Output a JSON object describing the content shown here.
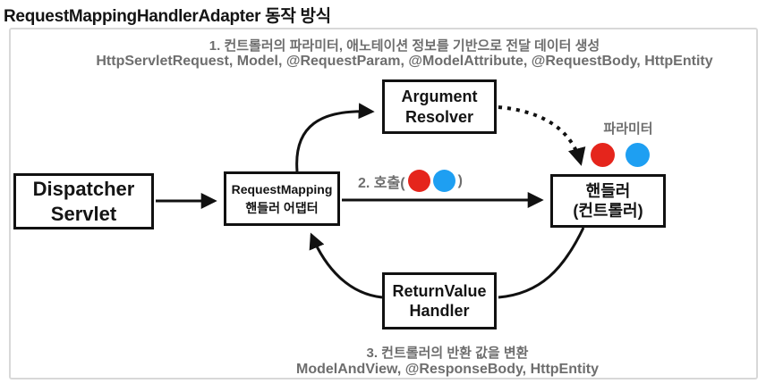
{
  "title": "RequestMappingHandlerAdapter 동작 방식",
  "colors": {
    "red_dot": "#e5251c",
    "blue_dot": "#1e9ff2",
    "gray_text": "#6e6e6e",
    "box_border": "#111111",
    "frame_border": "#d8d8d8"
  },
  "step1": {
    "line1": "1. 컨트롤러의 파라미터, 애노테이션 정보를 기반으로 전달 데이터 생성",
    "line2": "HttpServletRequest, Model, @RequestParam, @ModelAttribute, @RequestBody, HttpEntity"
  },
  "boxes": {
    "dispatcher": {
      "line1": "Dispatcher",
      "line2": "Servlet"
    },
    "adapter": {
      "line1": "RequestMapping",
      "line2": "핸들러 어댑터"
    },
    "argument_resolver": {
      "line1": "Argument",
      "line2": "Resolver"
    },
    "handler": {
      "line1": "핸들러",
      "line2": "(컨트롤러)"
    },
    "return_value_handler": {
      "line1": "ReturnValue",
      "line2": "Handler"
    }
  },
  "call_label": {
    "prefix": "2. 호출(",
    "suffix": ")"
  },
  "param_label": "파라미터",
  "step3": {
    "line1": "3. 컨트롤러의 반환 값을 변환",
    "line2": "ModelAndView, @ResponseBody, HttpEntity"
  }
}
